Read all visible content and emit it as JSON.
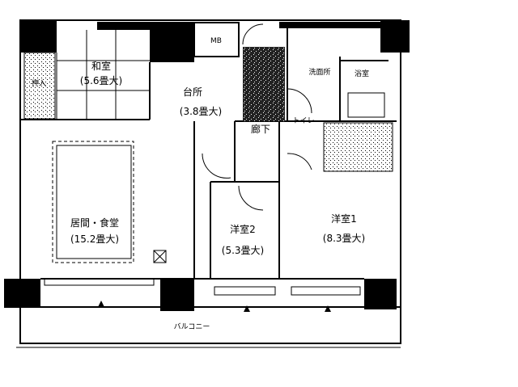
{
  "rooms": {
    "washitsu": {
      "name": "和室",
      "size": "(5.6畳大)"
    },
    "kitchen": {
      "name": "台所",
      "size": "(3.8畳大)"
    },
    "hallway": {
      "name": "廊下"
    },
    "living": {
      "name": "居間・食堂",
      "size": "(15.2畳大)"
    },
    "western2": {
      "name": "洋室2",
      "size": "(5.3畳大)"
    },
    "western1": {
      "name": "洋室1",
      "size": "(8.3畳大)"
    },
    "bath": {
      "name": "浴室"
    },
    "washroom": {
      "name": "洗面所"
    },
    "toilet": {
      "name": "トイレ"
    },
    "closet": {
      "name": "押入"
    },
    "mb": {
      "name": "MB"
    },
    "balcony": {
      "name": "バルコニー"
    }
  },
  "colors": {
    "wall": "#000000",
    "background": "#ffffff"
  }
}
